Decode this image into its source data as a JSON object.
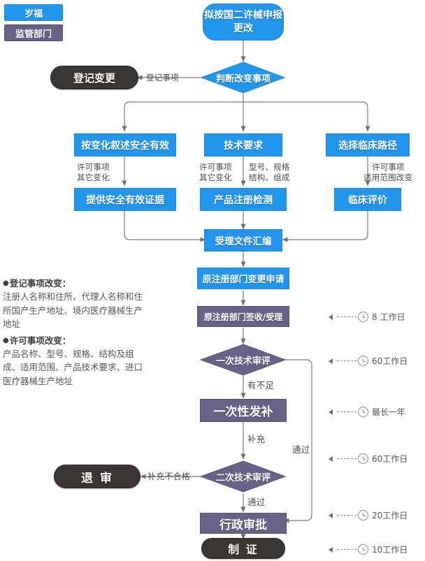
{
  "legend": {
    "items": [
      {
        "label": "岁福",
        "color": "#2196ec",
        "role": "applicant"
      },
      {
        "label": "监管部门",
        "color": "#6a6189",
        "role": "regulator"
      }
    ]
  },
  "nodes": {
    "start": "拟按国二许械申报更改",
    "judge_change": "判断改变事项",
    "registration_change": "登记变更",
    "branch_left": "按变化叙述安全有效",
    "branch_mid": "技术要求",
    "branch_right": "选择临床路径",
    "evidence": "提供安全有效证据",
    "product_test": "产品注册检测",
    "clinical_eval": "临床评价",
    "compile_docs": "受理文件汇编",
    "change_application": "原注册部门变更申请",
    "receipt": "原注册部门签收/受理",
    "review_1": "一次技术审评",
    "supplement_once": "一次性发补",
    "review_2": "二次技术审评",
    "reject": "退 审",
    "admin_approval": "行政审批",
    "certificate": "制 证"
  },
  "edge_labels": {
    "to_registration": "登记事项",
    "left_branch": "许可事项\n其它变化",
    "left_branch_l1": "许可事项",
    "left_branch_l2": "其它变化",
    "mid_left_l1": "许可事项",
    "mid_left_l2": "其它变化",
    "mid_right_l1": "型号、规格",
    "mid_right_l2": "结构、组成",
    "right_branch_l1": "许可事项",
    "right_branch_l2": "适用范围改变",
    "insufficient": "有不足",
    "supplement": "补充",
    "pass_bypass": "通过",
    "supplement_fail": "补充不合格",
    "pass_to_approval": "通过"
  },
  "notes": [
    {
      "heading": "登记事项改变：",
      "body": "注册人名称和住所、代理人名称和住所国产生产地址、境内医疗器械生产地址"
    },
    {
      "heading": "许可事项改变：",
      "body": "产品名称、型号、规格、结构及组成、适用范围、产品技术要求、进口医疗器械生产地址"
    }
  ],
  "timings": [
    {
      "label": "8 工作日",
      "target": "原注册部门签收/受理"
    },
    {
      "label": "60工作日",
      "target": "一次技术审评"
    },
    {
      "label": "最长一年",
      "target": "一次性发补"
    },
    {
      "label": "60工作日",
      "target": "二次技术审评"
    },
    {
      "label": "20工作日",
      "target": "行政审批"
    },
    {
      "label": "10工作日",
      "target": "制 证"
    }
  ],
  "colors": {
    "applicant_blue": "#2196ec",
    "regulator_purple": "#6a6189",
    "terminal_dark": "#3b3634",
    "connector_gray": "#7a7a7a",
    "text_gray": "#4d4d4d"
  }
}
